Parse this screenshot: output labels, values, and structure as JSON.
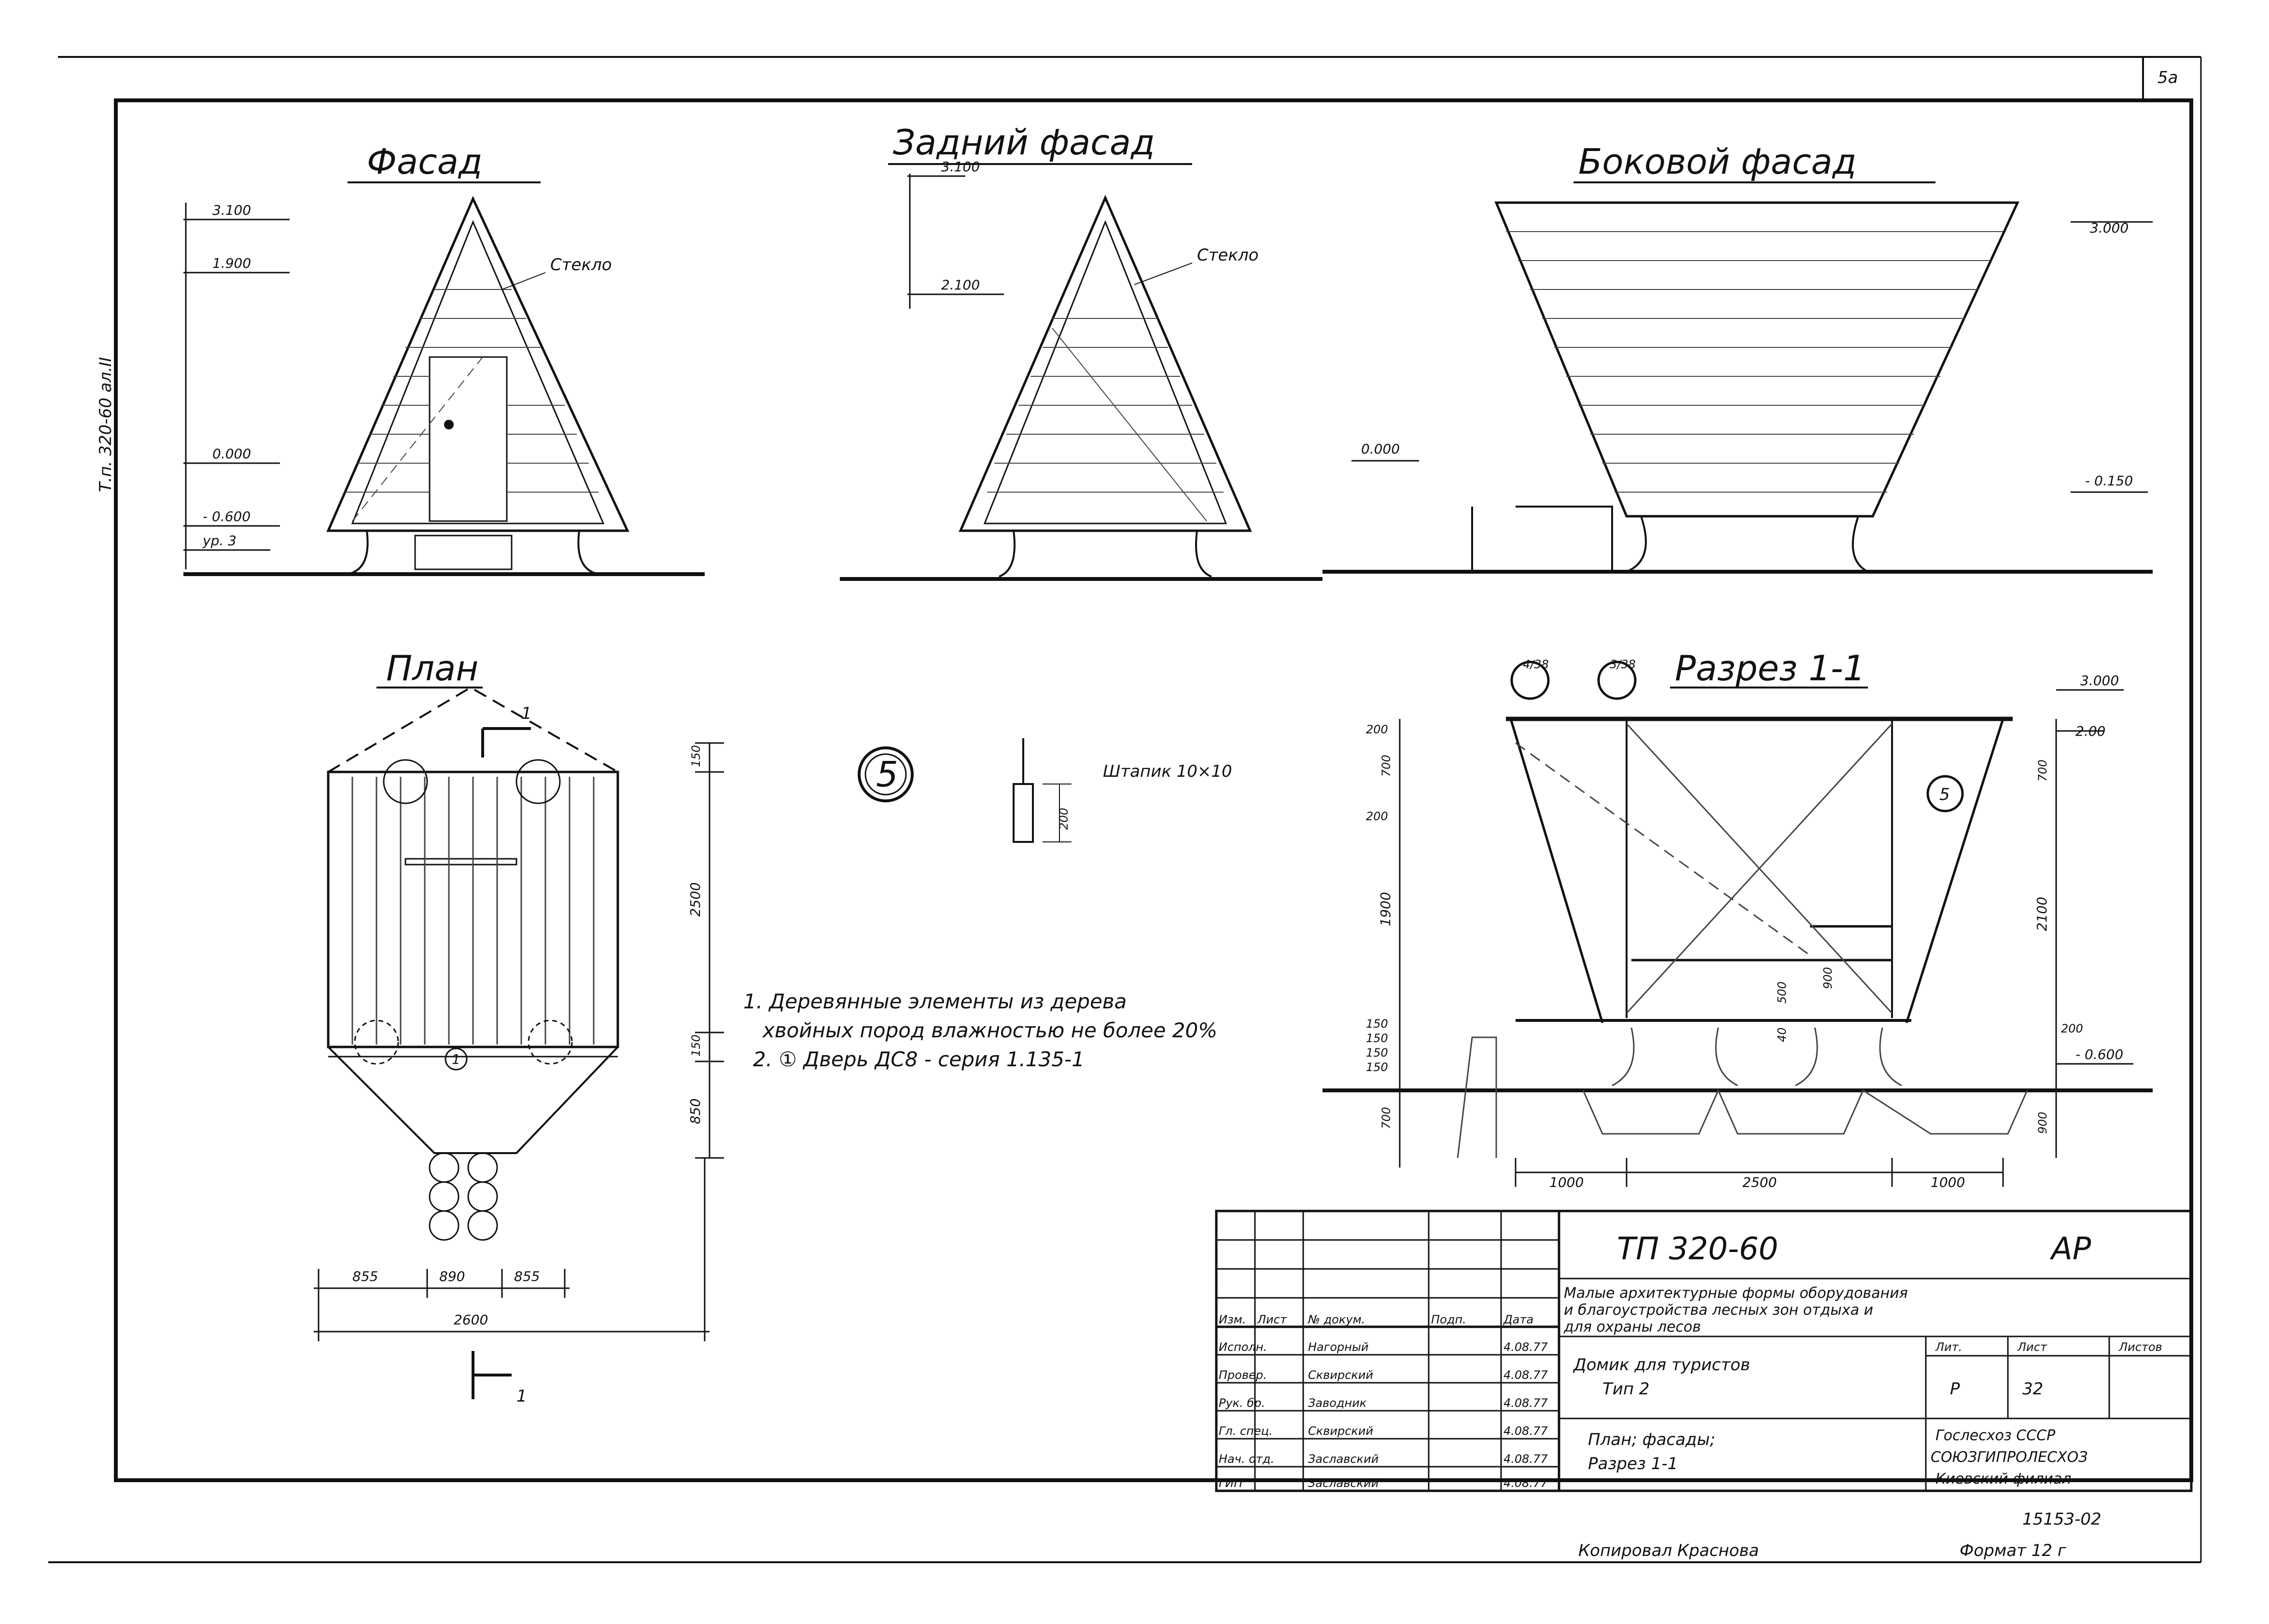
{
  "sheet_number": "5a",
  "side_code": "Т.п. 320-60 ал.II",
  "views": {
    "front": {
      "title": "Фасад",
      "glass": "Стекло",
      "levels": [
        "3.100",
        "1.900",
        "0.000",
        "- 0.600",
        "ур. 3"
      ]
    },
    "rear": {
      "title": "Задний фасад",
      "glass": "Стекло",
      "levels": [
        "3.100",
        "2.100"
      ]
    },
    "side": {
      "title": "Боковой фасад",
      "levels": [
        "3.000",
        "0.000",
        "- 0.150"
      ]
    },
    "plan": {
      "title": "План",
      "cut": "1",
      "door_mark": "1",
      "dims_right": [
        "150",
        "2500",
        "150",
        "850"
      ],
      "dims_bottom": [
        "855",
        "890",
        "855"
      ],
      "total": "2600"
    },
    "section": {
      "title": "Разрез 1-1",
      "marks": [
        "4/38",
        "3/38",
        "5"
      ],
      "levels": [
        "3.000",
        "2.00",
        "- 0.600"
      ],
      "dims_left": [
        "200",
        "700",
        "200",
        "1900",
        "150",
        "150",
        "150",
        "150",
        "700"
      ],
      "dims_right": [
        "700",
        "2100",
        "200",
        "900"
      ],
      "dims_inner": [
        "500",
        "900",
        "40"
      ],
      "dims_bottom": [
        "1000",
        "2500",
        "1000"
      ]
    }
  },
  "detail": {
    "mark": "5",
    "label": "Штапик 10×10",
    "dim": "200"
  },
  "notes": [
    "1. Деревянные элементы из дерева",
    "хвойных пород влажностью не более 20%",
    "2. ① Дверь ДС8 - серия 1.135-1"
  ],
  "title_block": {
    "code": "ТП 320-60",
    "mark": "АР",
    "description": [
      "Малые архитектурные формы оборудования",
      "и благоустройства лесных зон отдыха и",
      "для охраны лесов"
    ],
    "object": [
      "Домик для туристов",
      "Тип 2"
    ],
    "sheet_content": [
      "План; фасады;",
      "Разрез 1-1"
    ],
    "headers": [
      "Изм.",
      "Лист",
      "№ докум.",
      "Подп.",
      "Дата"
    ],
    "rows": [
      {
        "role": "Исполн.",
        "name": "Нагорный",
        "date": "4.08.77"
      },
      {
        "role": "Провер.",
        "name": "Сквирский",
        "date": "4.08.77"
      },
      {
        "role": "Рук. бр.",
        "name": "Заводник",
        "date": "4.08.77"
      },
      {
        "role": "Гл. спец.",
        "name": "Сквирский",
        "date": "4.08.77"
      },
      {
        "role": "Нач. отд.",
        "name": "Заславский",
        "date": "4.08.77"
      },
      {
        "role": "ГИП",
        "name": "Заславский",
        "date": "4.08.77"
      }
    ],
    "lit_label": "Лит.",
    "sheet_label": "Лист",
    "sheets_label": "Листов",
    "lit": "Р",
    "sheet": "32",
    "org": [
      "Гослесхоз СССР",
      "СОЮЗГИПРОЛЕСХОЗ",
      "Киевский филиал"
    ]
  },
  "drawing_number": "15153-02",
  "copied_by": "Копировал Краснова",
  "format": "Формат 12 г"
}
